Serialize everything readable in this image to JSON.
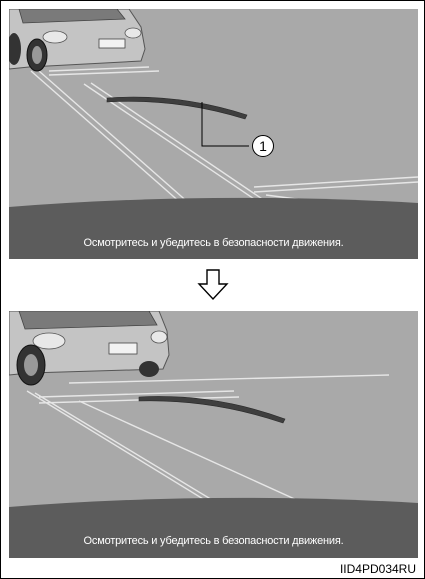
{
  "top_view": {
    "guide_text": "Осмотритесь и убедитесь в безопасности движения.",
    "callout_number": "1"
  },
  "bottom_view": {
    "guide_text": "Осмотритесь и убедитесь в безопасности движения."
  },
  "figure_code": "IID4PD034RU",
  "colors": {
    "screen_background": "#a9a9a9",
    "bottom_band": "#5c5c5c",
    "guide_line": "#3f3f3f",
    "car_body": "#c4c4c4"
  },
  "icons": {
    "transition_arrow": "down-arrow-outline"
  }
}
